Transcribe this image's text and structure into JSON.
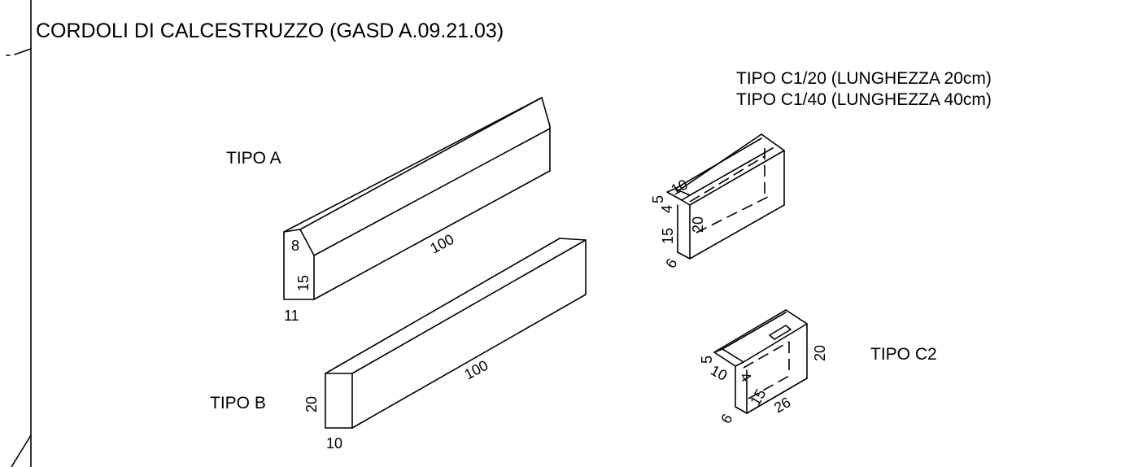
{
  "title": "CORDOLI DI CALCESTRUZZO  (GASD A.09.21.03)",
  "tipo_a": {
    "label": "TIPO A",
    "dims": {
      "length": "100",
      "top": "8",
      "side": "15",
      "base": "11"
    }
  },
  "tipo_b": {
    "label": "TIPO B",
    "dims": {
      "length": "100",
      "height": "20",
      "width": "10"
    }
  },
  "tipo_c1": {
    "label_1": "TIPO C1/20 (LUNGHEZZA 20cm)",
    "label_2": "TIPO C1/40 (LUNGHEZZA 40cm)",
    "dims": {
      "d5": "5",
      "d10": "10",
      "d4": "4",
      "d15": "15",
      "d20": "20",
      "d6": "6"
    }
  },
  "tipo_c2": {
    "label": "TIPO C2",
    "dims": {
      "d5": "5",
      "d10": "10",
      "d4": "4",
      "d15": "15",
      "d20": "20",
      "d26": "26",
      "d6": "6"
    }
  }
}
